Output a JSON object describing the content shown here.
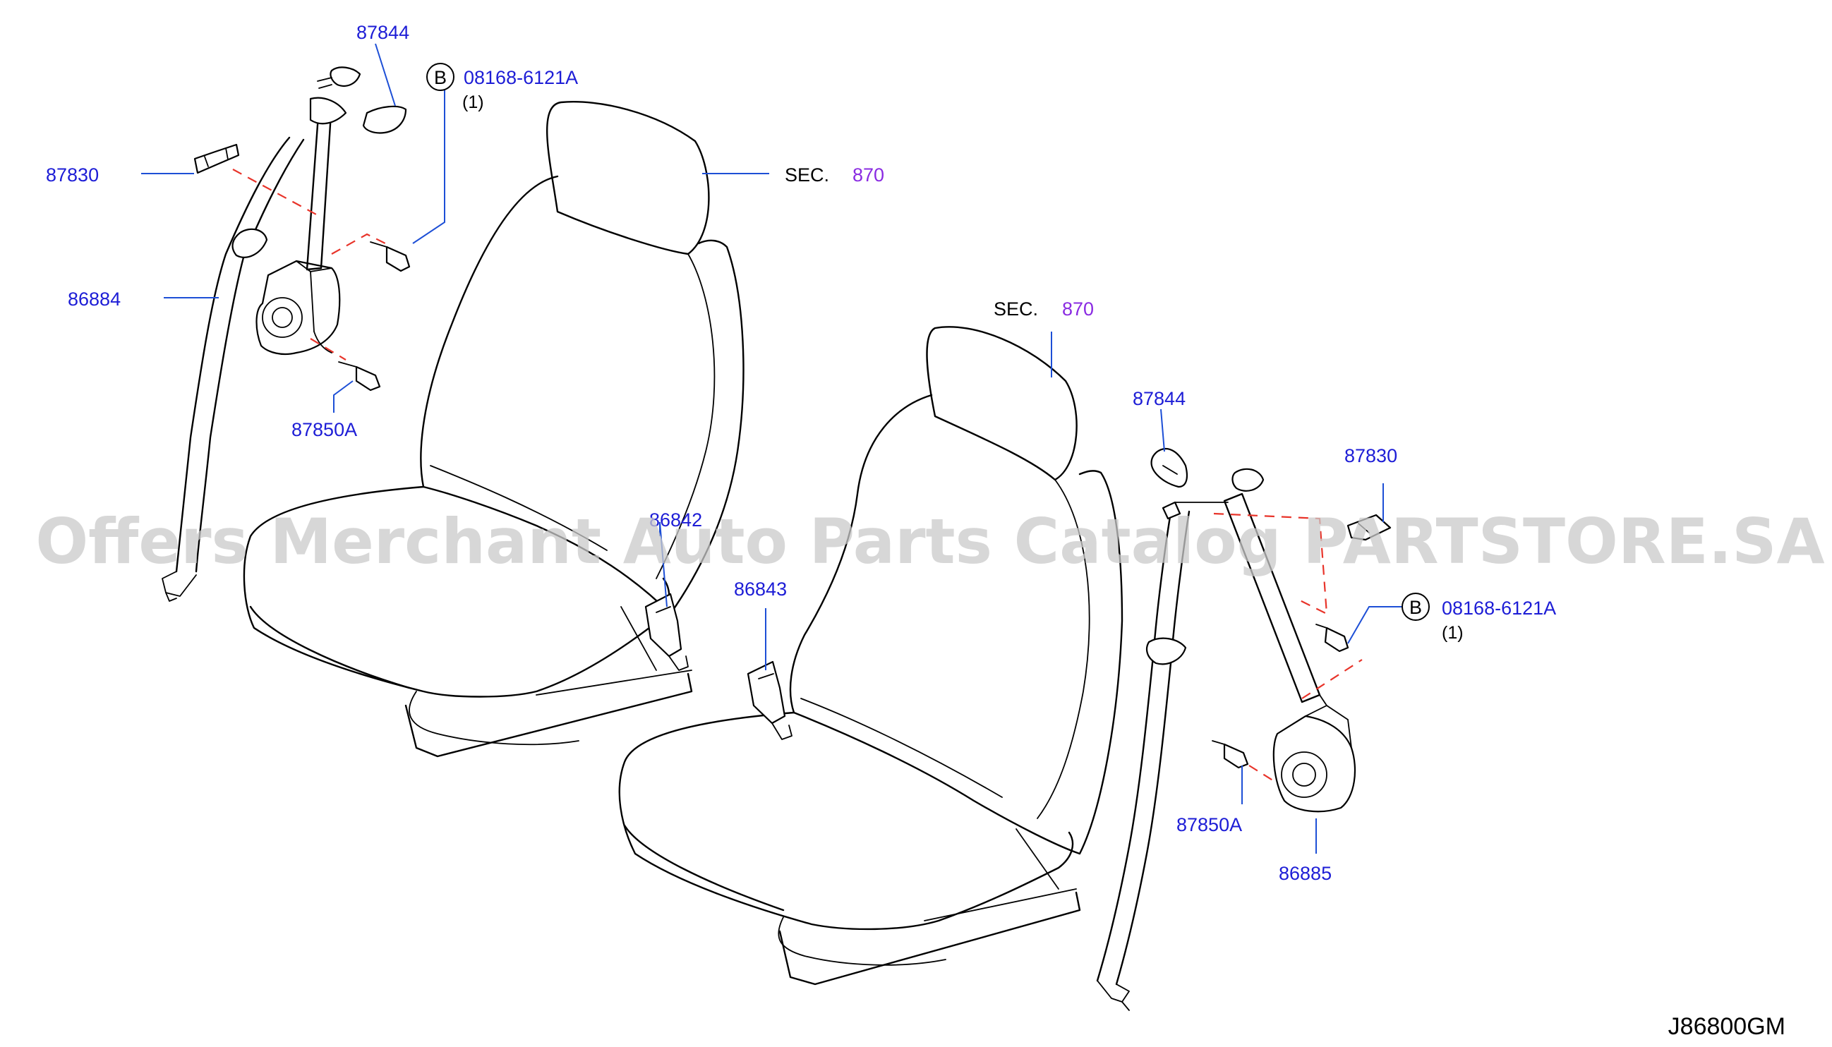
{
  "watermark": "Offers Merchant Auto Parts Catalog PARTSTORE.SA",
  "diagram_code": "J86800GM",
  "bolt_marker": "B",
  "left_assembly": {
    "cover": "87844",
    "bolt_part": "08168-6121A",
    "bolt_qty": "(1)",
    "bracket": "87830",
    "belt": "86884",
    "anchor_bolt": "87850A",
    "seat_ref_prefix": "SEC.",
    "seat_ref_number": "870",
    "buckle": "86842"
  },
  "right_assembly": {
    "seat_ref_prefix": "SEC.",
    "seat_ref_number": "870",
    "cover": "87844",
    "bracket": "87830",
    "buckle": "86843",
    "bolt_part": "08168-6121A",
    "bolt_qty": "(1)",
    "anchor_bolt": "87850A",
    "belt": "86885"
  }
}
